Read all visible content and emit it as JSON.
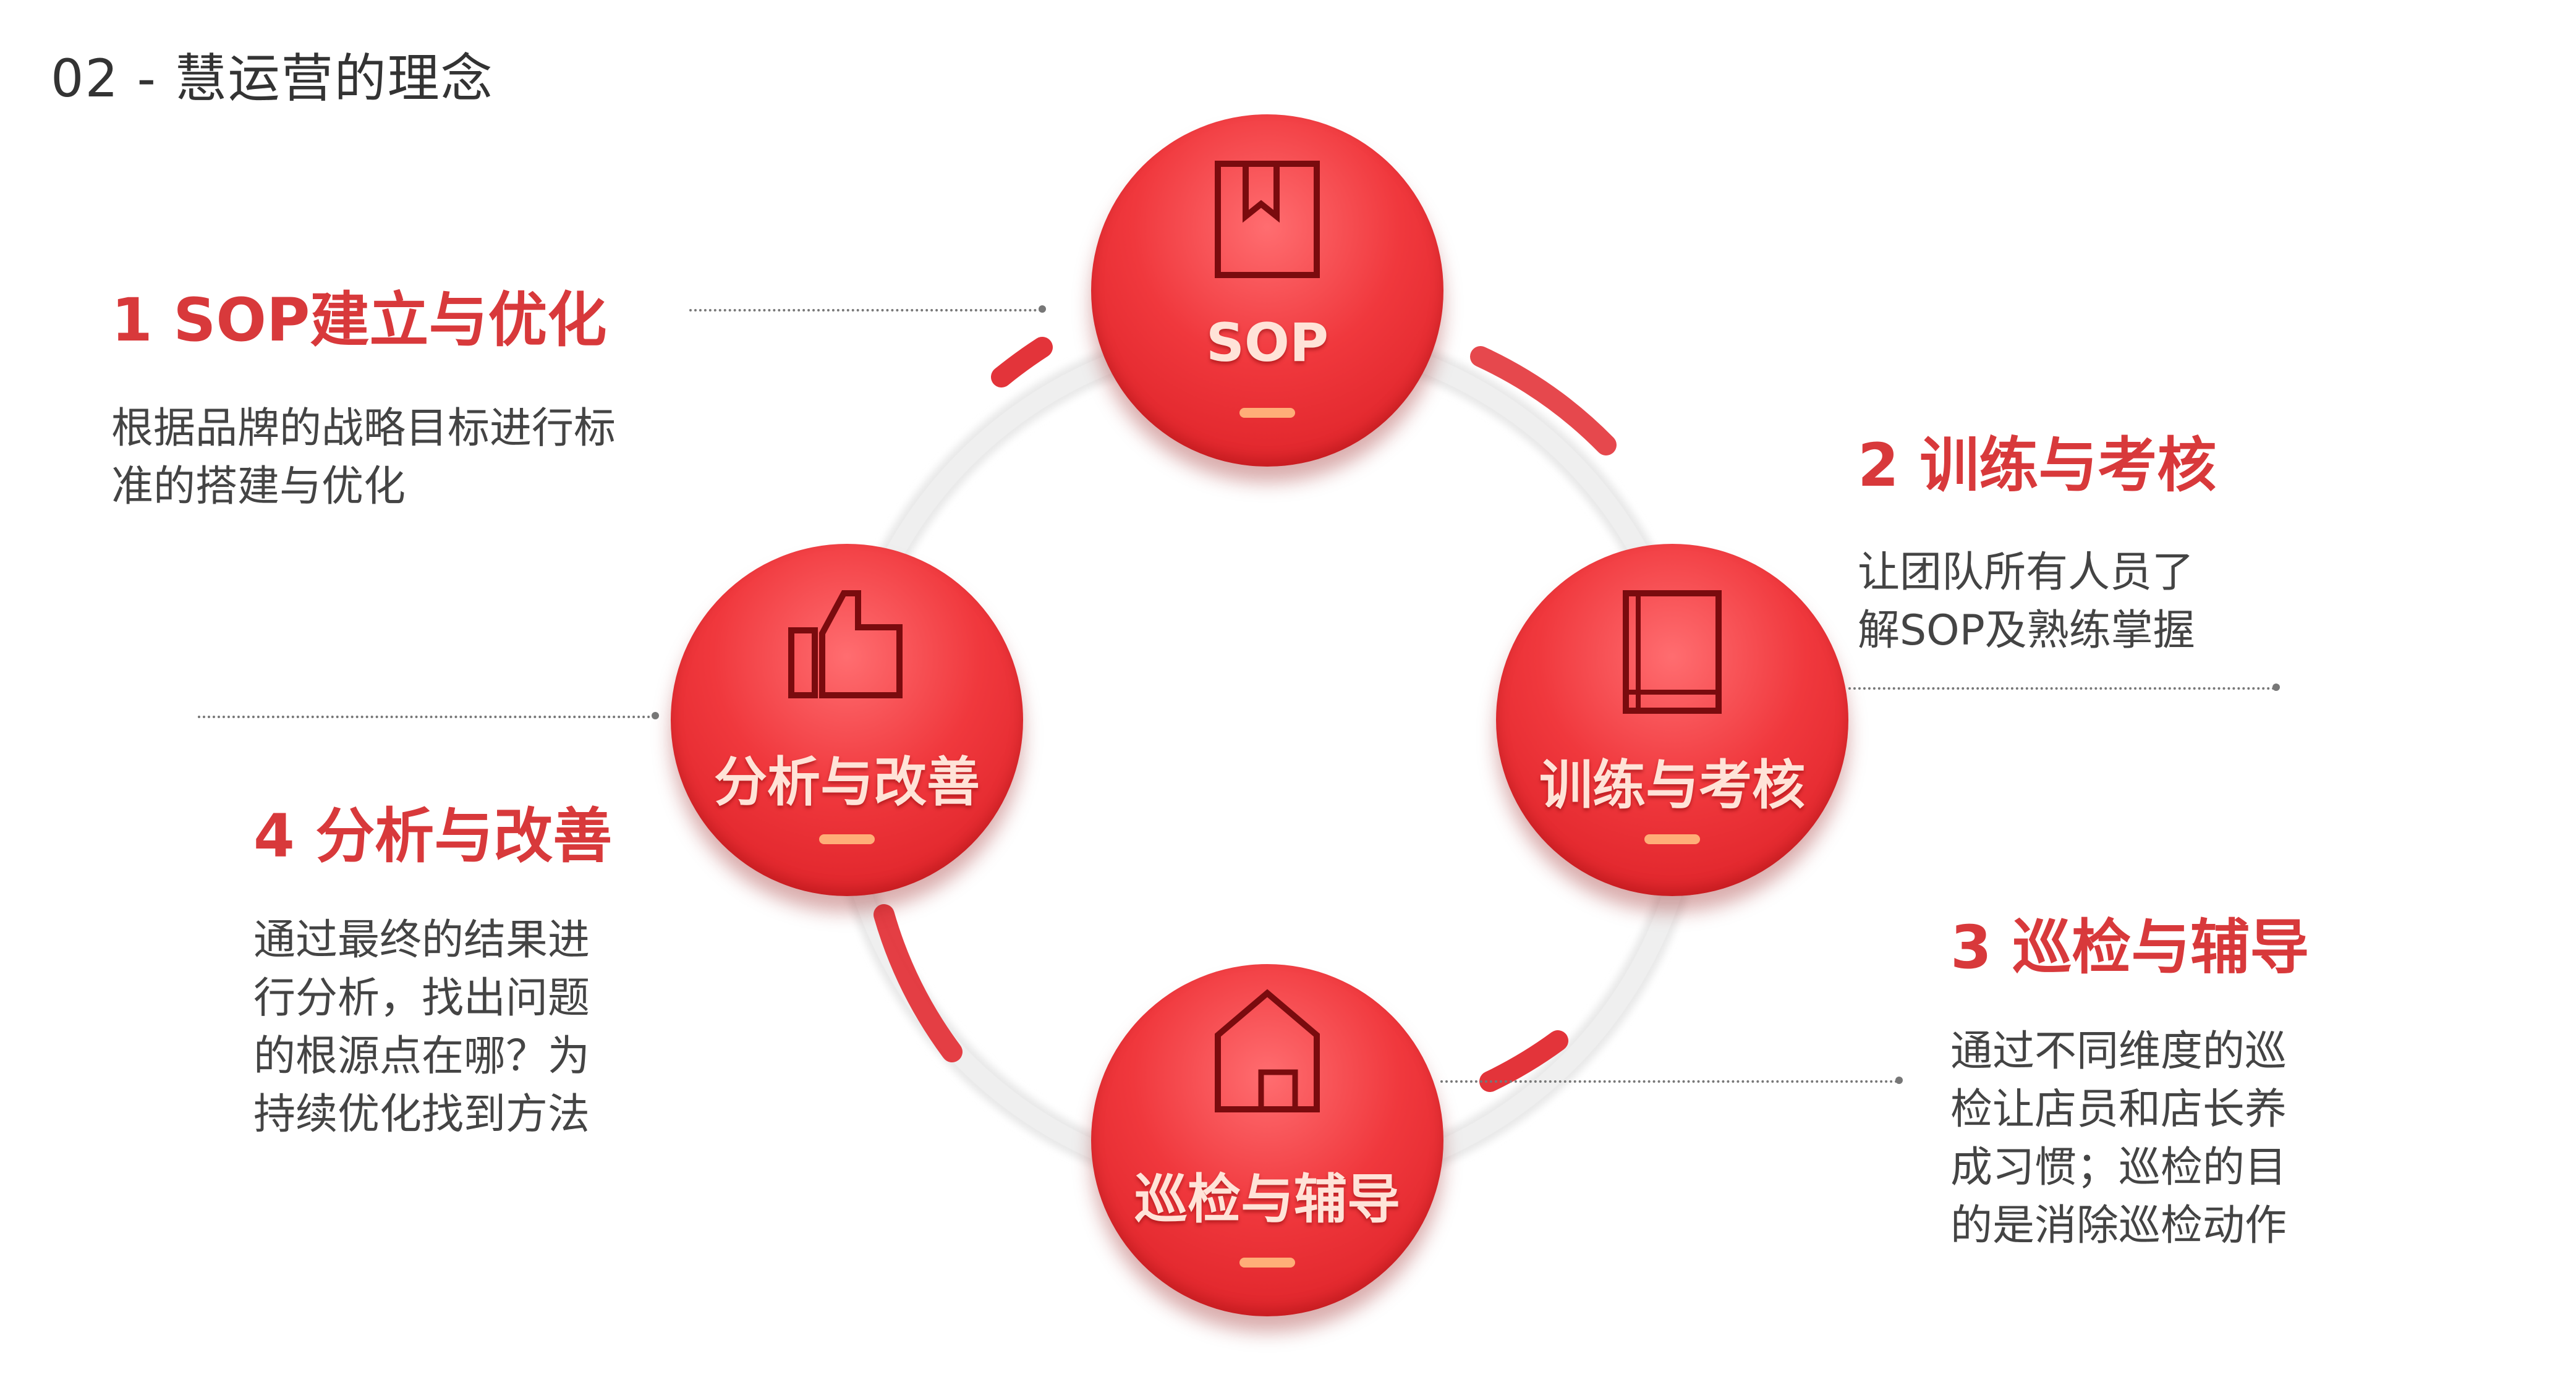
{
  "page": {
    "title": "02 - 慧运营的理念"
  },
  "nodes": {
    "sop": {
      "label": "SOP",
      "icon": "bookmark-icon"
    },
    "training": {
      "label": "训练与考核",
      "icon": "book-icon"
    },
    "inspection": {
      "label": "巡检与辅导",
      "icon": "house-icon"
    },
    "analysis": {
      "label": "分析与改善",
      "icon": "thumbs-up-icon"
    }
  },
  "items": [
    {
      "title": "1 SOP建立与优化",
      "desc": [
        "根据品牌的战略目标进行标",
        "准的搭建与优化"
      ]
    },
    {
      "title": "2 训练与考核",
      "desc": [
        "让团队所有人员了",
        "解SOP及熟练掌握"
      ]
    },
    {
      "title": "3 巡检与辅导",
      "desc": [
        "通过不同维度的巡",
        "检让店员和店长养",
        "成习惯；巡检的目",
        "的是消除巡检动作"
      ]
    },
    {
      "title": "4 分析与改善",
      "desc": [
        "通过最终的结果进",
        "行分析，找出问题",
        "的根源点在哪？为",
        "持续优化找到方法"
      ]
    }
  ],
  "colors": {
    "accent": "#d8393b",
    "node": "#f0383d",
    "ring": "#e6e6e6"
  }
}
